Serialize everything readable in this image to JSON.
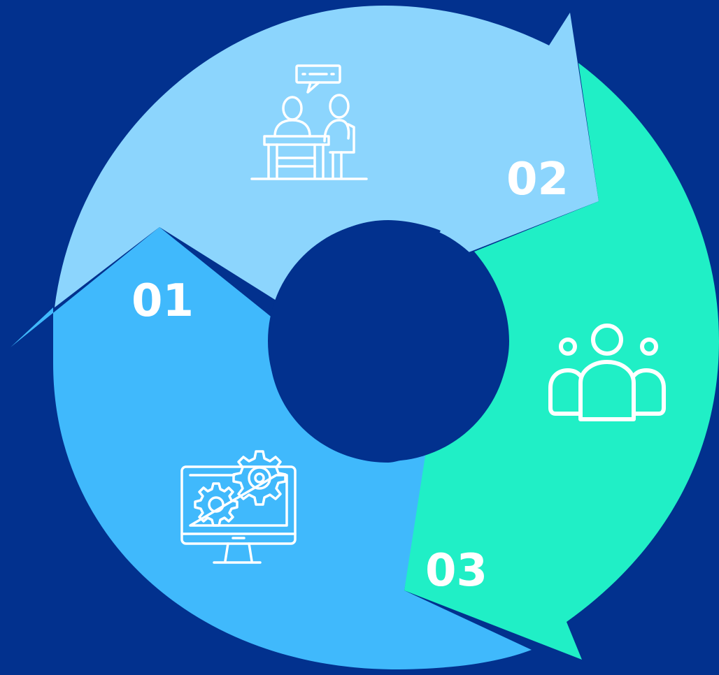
{
  "diagram": {
    "colors": {
      "background": "#02318e",
      "segment_1": "#40b9fc",
      "segment_2": "#8cd5fd",
      "segment_3": "#20efc6",
      "center_hole": "#02318e",
      "icon": "#ffffff"
    },
    "steps": [
      {
        "number": "01",
        "icon": "computer-gears-icon"
      },
      {
        "number": "02",
        "icon": "meeting-conversation-icon"
      },
      {
        "number": "03",
        "icon": "team-group-icon"
      }
    ]
  }
}
